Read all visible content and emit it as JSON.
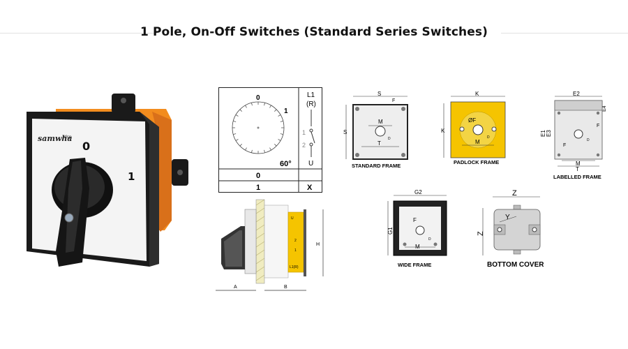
{
  "page": {
    "title": "1 Pole, On-Off Switches (Standard Series Switches)"
  },
  "product": {
    "brand": "samwha",
    "brand_suffix": "dsp",
    "pos_off": "0",
    "pos_on": "1"
  },
  "schematic": {
    "dial_top": "0",
    "dial_right": "1",
    "angle": "60°",
    "header": "L1",
    "header2": "(R)",
    "contact_top": "1",
    "contact_bottom": "2",
    "terminal": "U",
    "row1_label": "0",
    "row2_label": "1",
    "row2_mark": "X"
  },
  "side_view": {
    "dim_a": "A",
    "dim_b": "B",
    "dim_h": "H",
    "term_u": "U",
    "term_2": "2",
    "term_1": "1",
    "term_l1r": "L1(R)"
  },
  "frames": {
    "standard": {
      "caption": "STANDARD FRAME",
      "s_top": "S",
      "s_left": "S",
      "f": "F",
      "m": "M",
      "t": "T",
      "d": "D"
    },
    "padlock": {
      "caption": "PADLOCK FRAME",
      "k_top": "K",
      "k_left": "K",
      "f": "ØF",
      "m": "M",
      "d": "D"
    },
    "labelled": {
      "caption": "LABELLED FRAME",
      "e2": "E2",
      "e4": "E4",
      "e1": "E1",
      "e3": "E3",
      "f1": "F",
      "f2": "F",
      "m": "M",
      "t": "T",
      "d": "D"
    },
    "wide": {
      "caption": "WIDE FRAME",
      "g2": "G2",
      "g1": "G1",
      "f": "F",
      "m": "M",
      "d": "D"
    },
    "bottom": {
      "caption": "BOTTOM COVER",
      "z_top": "Z",
      "z_left": "Z",
      "y": "Y"
    }
  },
  "colors": {
    "orange": "#f28c1e",
    "yellow": "#f5c400",
    "black": "#1a1a1a",
    "faceplate": "#f4f4f4"
  }
}
